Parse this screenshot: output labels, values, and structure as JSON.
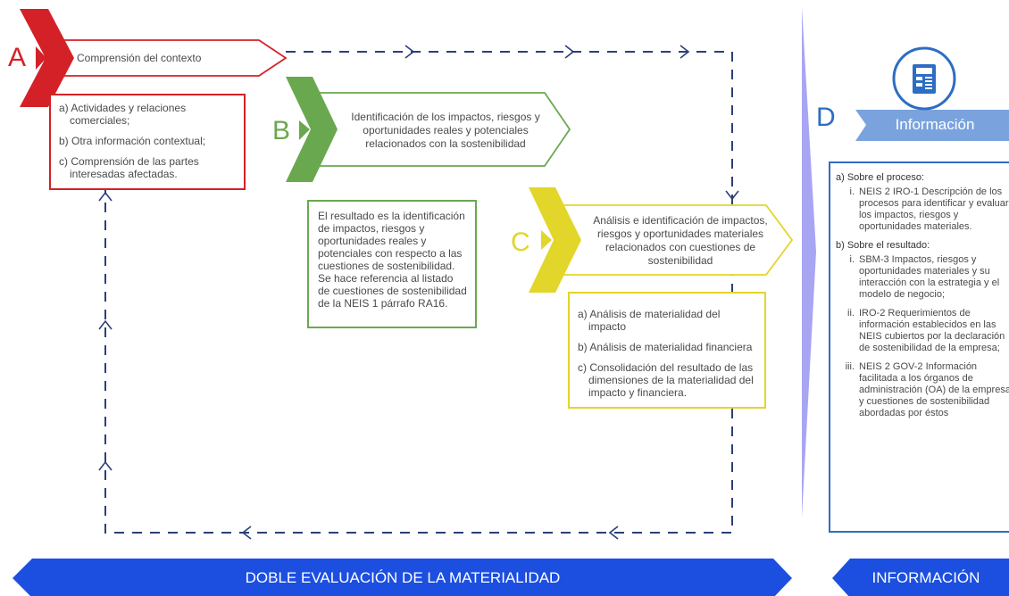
{
  "stage_a": {
    "letter": "A",
    "title": "Comprensión del contexto",
    "items": [
      "a) Actividades y relaciones comerciales;",
      "b) Otra información contextual;",
      "c) Comprensión de las partes interesadas afectadas."
    ]
  },
  "stage_b": {
    "letter": "B",
    "title": "Identificación de los impactos, riesgos y oportunidades reales y potenciales relacionados con la sostenibilidad",
    "result": "El resultado es la identificación de impactos, riesgos y oportunidades reales y potenciales con respecto a las cuestiones de sostenibilidad. Se hace referencia al listado de cuestiones de sostenibilidad de la NEIS 1 párrafo RA16."
  },
  "stage_c": {
    "letter": "C",
    "title": "Análisis e identificación de impactos, riesgos y oportunidades materiales relacionados con cuestiones de sostenibilidad",
    "items": [
      "a) Análisis de materialidad del impacto",
      "b) Análisis de materialidad financiera",
      "c) Consolidación del resultado de las dimensiones de la materialidad del impacto y financiera."
    ]
  },
  "stage_d": {
    "letter": "D",
    "title": "Información",
    "icon": "document-icon",
    "section_a": {
      "heading": "a) Sobre el proceso:",
      "items": [
        {
          "num": "i.",
          "text": "NEIS 2 IRO-1 Descripción de los procesos para identificar y evaluar los impactos, riesgos y oportunidades materiales."
        }
      ]
    },
    "section_b": {
      "heading": "b) Sobre el resultado:",
      "items": [
        {
          "num": "i.",
          "text": "SBM-3 Impactos, riesgos y oportunidades materiales y su interacción con la estrategia y el modelo de negocio;"
        },
        {
          "num": "ii.",
          "text": "IRO-2 Requerimientos de información establecidos en las NEIS cubiertos por la declaración de sostenibilidad de la empresa;"
        },
        {
          "num": "iii.",
          "text": "NEIS 2 GOV-2 Información facilitada a los órganos de administración (OA) de la empresa y cuestiones de sostenibilidad abordadas por éstos"
        }
      ]
    }
  },
  "banners": {
    "left": "DOBLE EVALUACIÓN DE LA MATERIALIDAD",
    "right": "INFORMACIÓN"
  },
  "colors": {
    "red": "#d42127",
    "green": "#6aa84f",
    "yellow": "#e2d62a",
    "navy": "#2b3f7a",
    "blue": "#1c4fe0",
    "lightblue": "#7aa3de",
    "box_blue": "#2d6dc4",
    "triangle": "#a8a6f3"
  }
}
